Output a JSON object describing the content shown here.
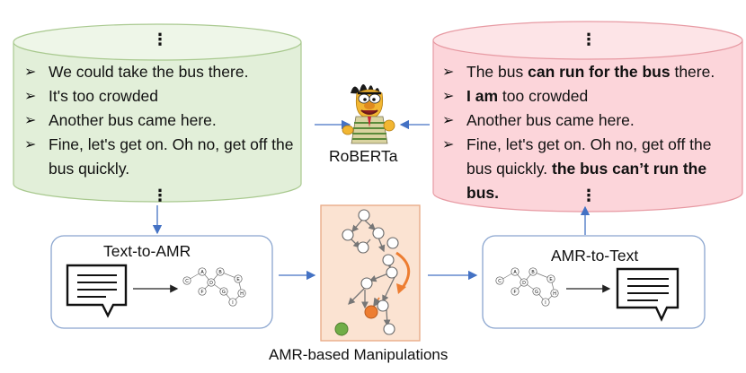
{
  "left_cylinder": {
    "top_ellipsis": "⋮",
    "bottom_ellipsis": "⋮",
    "bullets": [
      [
        {
          "t": "We could take the bus there.",
          "b": false
        }
      ],
      [
        {
          "t": "It's too crowded",
          "b": false
        }
      ],
      [
        {
          "t": "Another bus came here.",
          "b": false
        }
      ],
      [
        {
          "t": "Fine, let's get on. Oh no, get off the bus quickly.",
          "b": false
        }
      ]
    ]
  },
  "right_cylinder": {
    "top_ellipsis": "⋮",
    "bottom_ellipsis": "⋮",
    "bullets": [
      [
        {
          "t": "The bus ",
          "b": false
        },
        {
          "t": "can run for the bus",
          "b": true
        },
        {
          "t": " there.",
          "b": false
        }
      ],
      [
        {
          "t": "I am",
          "b": true
        },
        {
          "t": " too crowded",
          "b": false
        }
      ],
      [
        {
          "t": "Another bus came here.",
          "b": false
        }
      ],
      [
        {
          "t": "Fine, let's get on. Oh no, get off the bus quickly. ",
          "b": false
        },
        {
          "t": "the bus can’t run the bus.",
          "b": true
        }
      ]
    ]
  },
  "roberta": {
    "label": "RoBERTa",
    "icon": "muppet-character-icon"
  },
  "text_to_amr": {
    "label": "Text-to-AMR",
    "nodes": [
      "A",
      "B",
      "C",
      "D",
      "E",
      "F",
      "G",
      "H",
      "I"
    ]
  },
  "amr_to_text": {
    "label": "AMR-to-Text",
    "nodes": [
      "A",
      "B",
      "C",
      "D",
      "E",
      "F",
      "G",
      "H",
      "I"
    ]
  },
  "manipulation": {
    "caption": "AMR-based Manipulations"
  },
  "bullet_marker": "➢",
  "colors": {
    "left_cylinder_fill": "#e2efd9",
    "left_cylinder_stroke": "#a9c98f",
    "right_cylinder_fill": "#fcd5da",
    "right_cylinder_stroke": "#e79aa3",
    "box_stroke": "#8aa5cf",
    "manip_fill": "#fbe3d2",
    "manip_stroke": "#e8a882",
    "arrow": "#4472c4",
    "orange": "#ed7d31",
    "green": "#70ad47"
  }
}
